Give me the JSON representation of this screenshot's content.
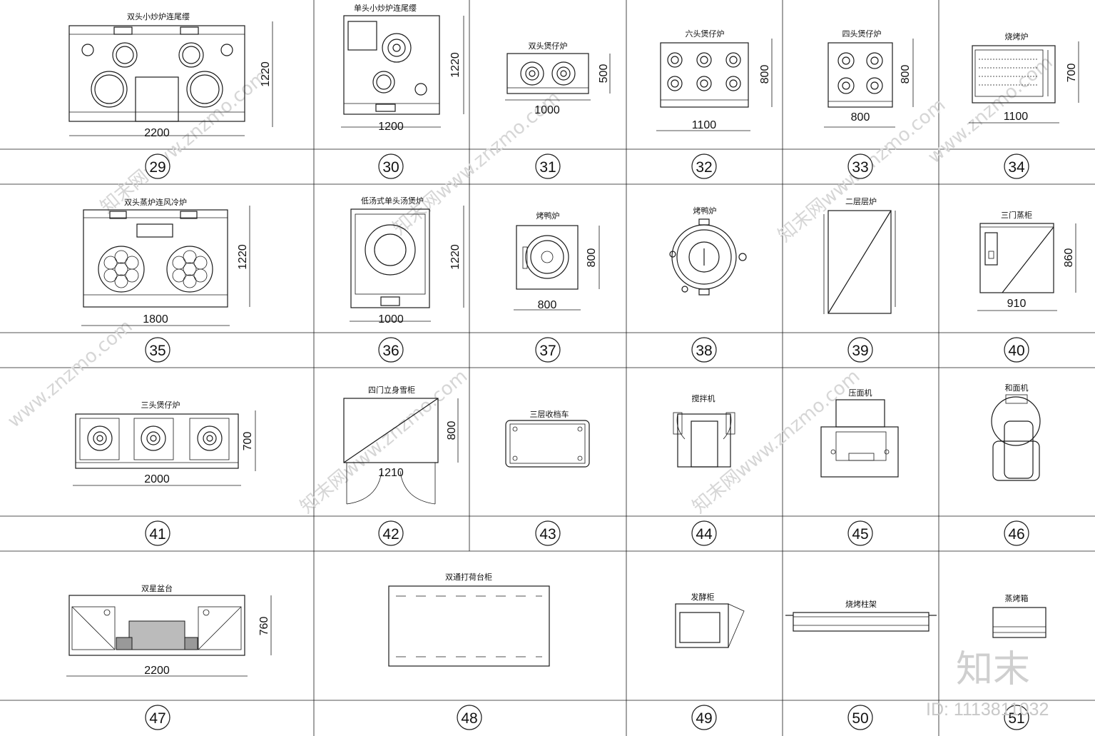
{
  "items": [
    {
      "num": "29",
      "title": "双头小炒炉连尾缨",
      "w": "2200",
      "h": "1220"
    },
    {
      "num": "30",
      "title": "单头小炒炉连尾缨",
      "w": "1200",
      "h": "1220"
    },
    {
      "num": "31",
      "title": "双头煲仔炉",
      "w": "1000",
      "h": "500"
    },
    {
      "num": "32",
      "title": "六头煲仔炉",
      "w": "1100",
      "h": "800"
    },
    {
      "num": "33",
      "title": "四头煲仔炉",
      "w": "800",
      "h": "800"
    },
    {
      "num": "34",
      "title": "烧烤炉",
      "w": "1100",
      "h": "700"
    },
    {
      "num": "35",
      "title": "双头蒸炉连风冷炉",
      "w": "1800",
      "h": "1220"
    },
    {
      "num": "36",
      "title": "低汤式单头汤煲炉",
      "w": "1000",
      "h": "1220"
    },
    {
      "num": "37",
      "title": "烤鸭炉",
      "w": "800",
      "h": "800"
    },
    {
      "num": "38",
      "title": "烤鸭炉",
      "w": "",
      "h": ""
    },
    {
      "num": "39",
      "title": "二层层炉",
      "w": "",
      "h": ""
    },
    {
      "num": "40",
      "title": "三门蒸柜",
      "w": "910",
      "h": "860"
    },
    {
      "num": "41",
      "title": "三头煲仔炉",
      "w": "2000",
      "h": "700"
    },
    {
      "num": "42",
      "title": "四门立身雪柜",
      "w": "1210",
      "h": "800"
    },
    {
      "num": "43",
      "title": "三层收档车",
      "w": "",
      "h": ""
    },
    {
      "num": "44",
      "title": "搅拌机",
      "w": "",
      "h": ""
    },
    {
      "num": "45",
      "title": "压面机",
      "w": "",
      "h": ""
    },
    {
      "num": "46",
      "title": "和面机",
      "w": "",
      "h": ""
    },
    {
      "num": "47",
      "title": "双星盆台",
      "w": "2200",
      "h": "760"
    },
    {
      "num": "48",
      "title": "双通打荷台柜",
      "w": "",
      "h": ""
    },
    {
      "num": "49",
      "title": "发酵柜",
      "w": "",
      "h": ""
    },
    {
      "num": "50",
      "title": "烧烤柱架",
      "w": "",
      "h": ""
    },
    {
      "num": "51",
      "title": "蒸烤箱",
      "w": "",
      "h": ""
    }
  ],
  "watermark": {
    "text": "知末网www.znzmo.com",
    "site": "www.znzmo.com",
    "brand": "知末",
    "id": "ID: 1113811032"
  }
}
